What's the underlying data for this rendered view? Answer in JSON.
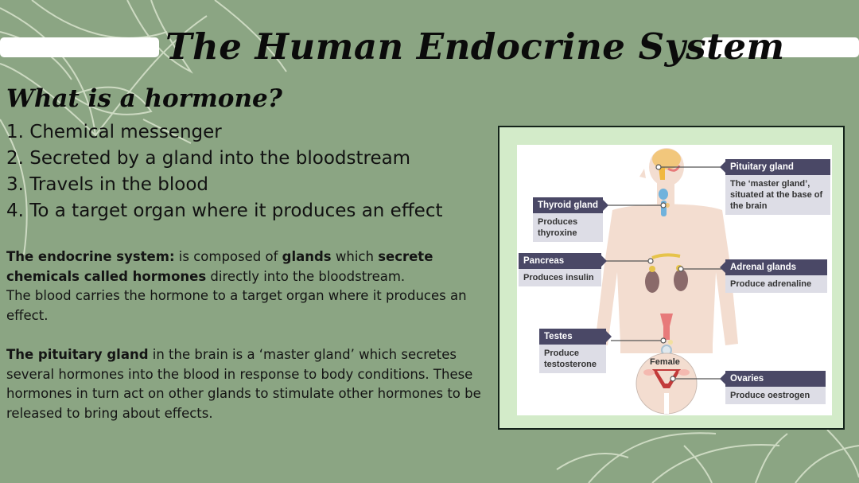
{
  "title": "The Human Endocrine System",
  "subtitle": "What is a hormone?",
  "hormone_points": [
    "1. Chemical messenger",
    "2. Secreted by a gland into the bloodstream",
    "3. Travels in the blood",
    "4. To a target organ where it produces an effect"
  ],
  "paragraph1": {
    "b1": "The endocrine system:",
    "t1": " is composed of ",
    "b2": "glands",
    "t2": " which ",
    "b3": "secrete chemicals called hormones",
    "t3": " directly into the bloodstream.",
    "line2": "The blood carries the hormone to a target organ where it produces an effect."
  },
  "paragraph2": {
    "b1": "The pituitary gland",
    "t1": " in the brain is a ‘master gland’ which secretes several hormones into the blood in response to body conditions. These hormones in turn act on other glands to stimulate other hormones to be released to bring about effects."
  },
  "diagram": {
    "labels": [
      {
        "name": "Pituitary gland",
        "desc": "The ‘master gland’, situated at the base of the brain"
      },
      {
        "name": "Thyroid gland",
        "desc": "Produces thyroxine"
      },
      {
        "name": "Pancreas",
        "desc": "Produces insulin"
      },
      {
        "name": "Adrenal glands",
        "desc": "Produce adrenaline"
      },
      {
        "name": "Testes",
        "desc": "Produce testosterone"
      },
      {
        "name": "Ovaries",
        "desc": "Produce oestrogen"
      }
    ],
    "female_label": "Female",
    "colors": {
      "label_header": "#4a4866",
      "label_body": "#dddde6",
      "skin": "#f3ddd0",
      "frame_bg": "#d3ebc9"
    }
  },
  "colors": {
    "background": "#8ba583",
    "leaf_lines": "#e6eedc",
    "text": "#111111"
  }
}
